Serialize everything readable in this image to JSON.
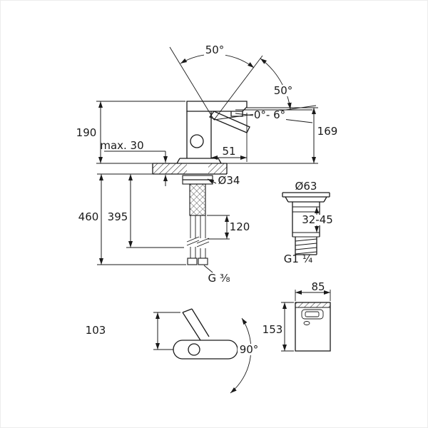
{
  "drawing": {
    "title": "faucet-dimensional-drawing",
    "colors": {
      "line": "#1a1a1a",
      "background": "#ffffff"
    },
    "labels": {
      "angle_handle": "50°",
      "angle_spout": "50°",
      "angle_tilt": "0°- 6°",
      "height_190": "190",
      "deck_max_30": "max. 30",
      "reach_51": "51",
      "outlet_169": "169",
      "dia_34": "Ø34",
      "len_460": "460",
      "len_395": "395",
      "hose_120": "120",
      "thread_g38": "G ³⁄₈",
      "dia_63": "Ø63",
      "range_32_45": "32-45",
      "thread_g114": "G1 ¹⁄₄",
      "height_103": "103",
      "swivel_90": "90°",
      "width_85": "85",
      "height_153": "153"
    }
  }
}
